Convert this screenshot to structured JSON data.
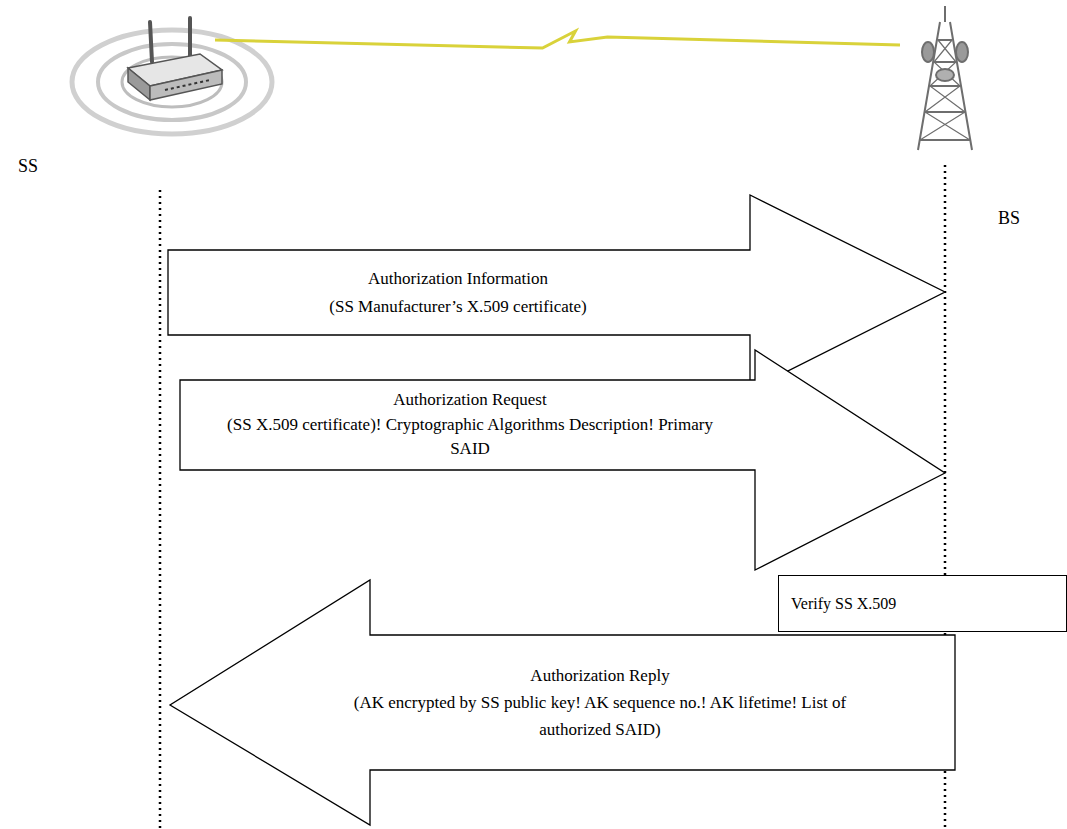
{
  "diagram": {
    "nodes": [
      {
        "text": [
          "SS"
        ]
      },
      {
        "text": [
          "BS"
        ]
      },
      {
        "text": [
          "Authorization Information",
          "(SS Manufacturer’s X.509 certificate)"
        ]
      },
      {
        "text": [
          "Authorization Request",
          "(SS X.509 certificate)! Cryptographic Algorithms Description! Primary SAID"
        ]
      },
      {
        "text": [
          "Verify SS X.509"
        ]
      },
      {
        "text": [
          "Authorization Reply",
          "(AK encrypted by SS public key! AK sequence no.! AK lifetime! List of authorized SAID)"
        ]
      }
    ],
    "edges": [
      {
        "from": 0,
        "to": 1,
        "arrow": "none"
      }
    ]
  }
}
